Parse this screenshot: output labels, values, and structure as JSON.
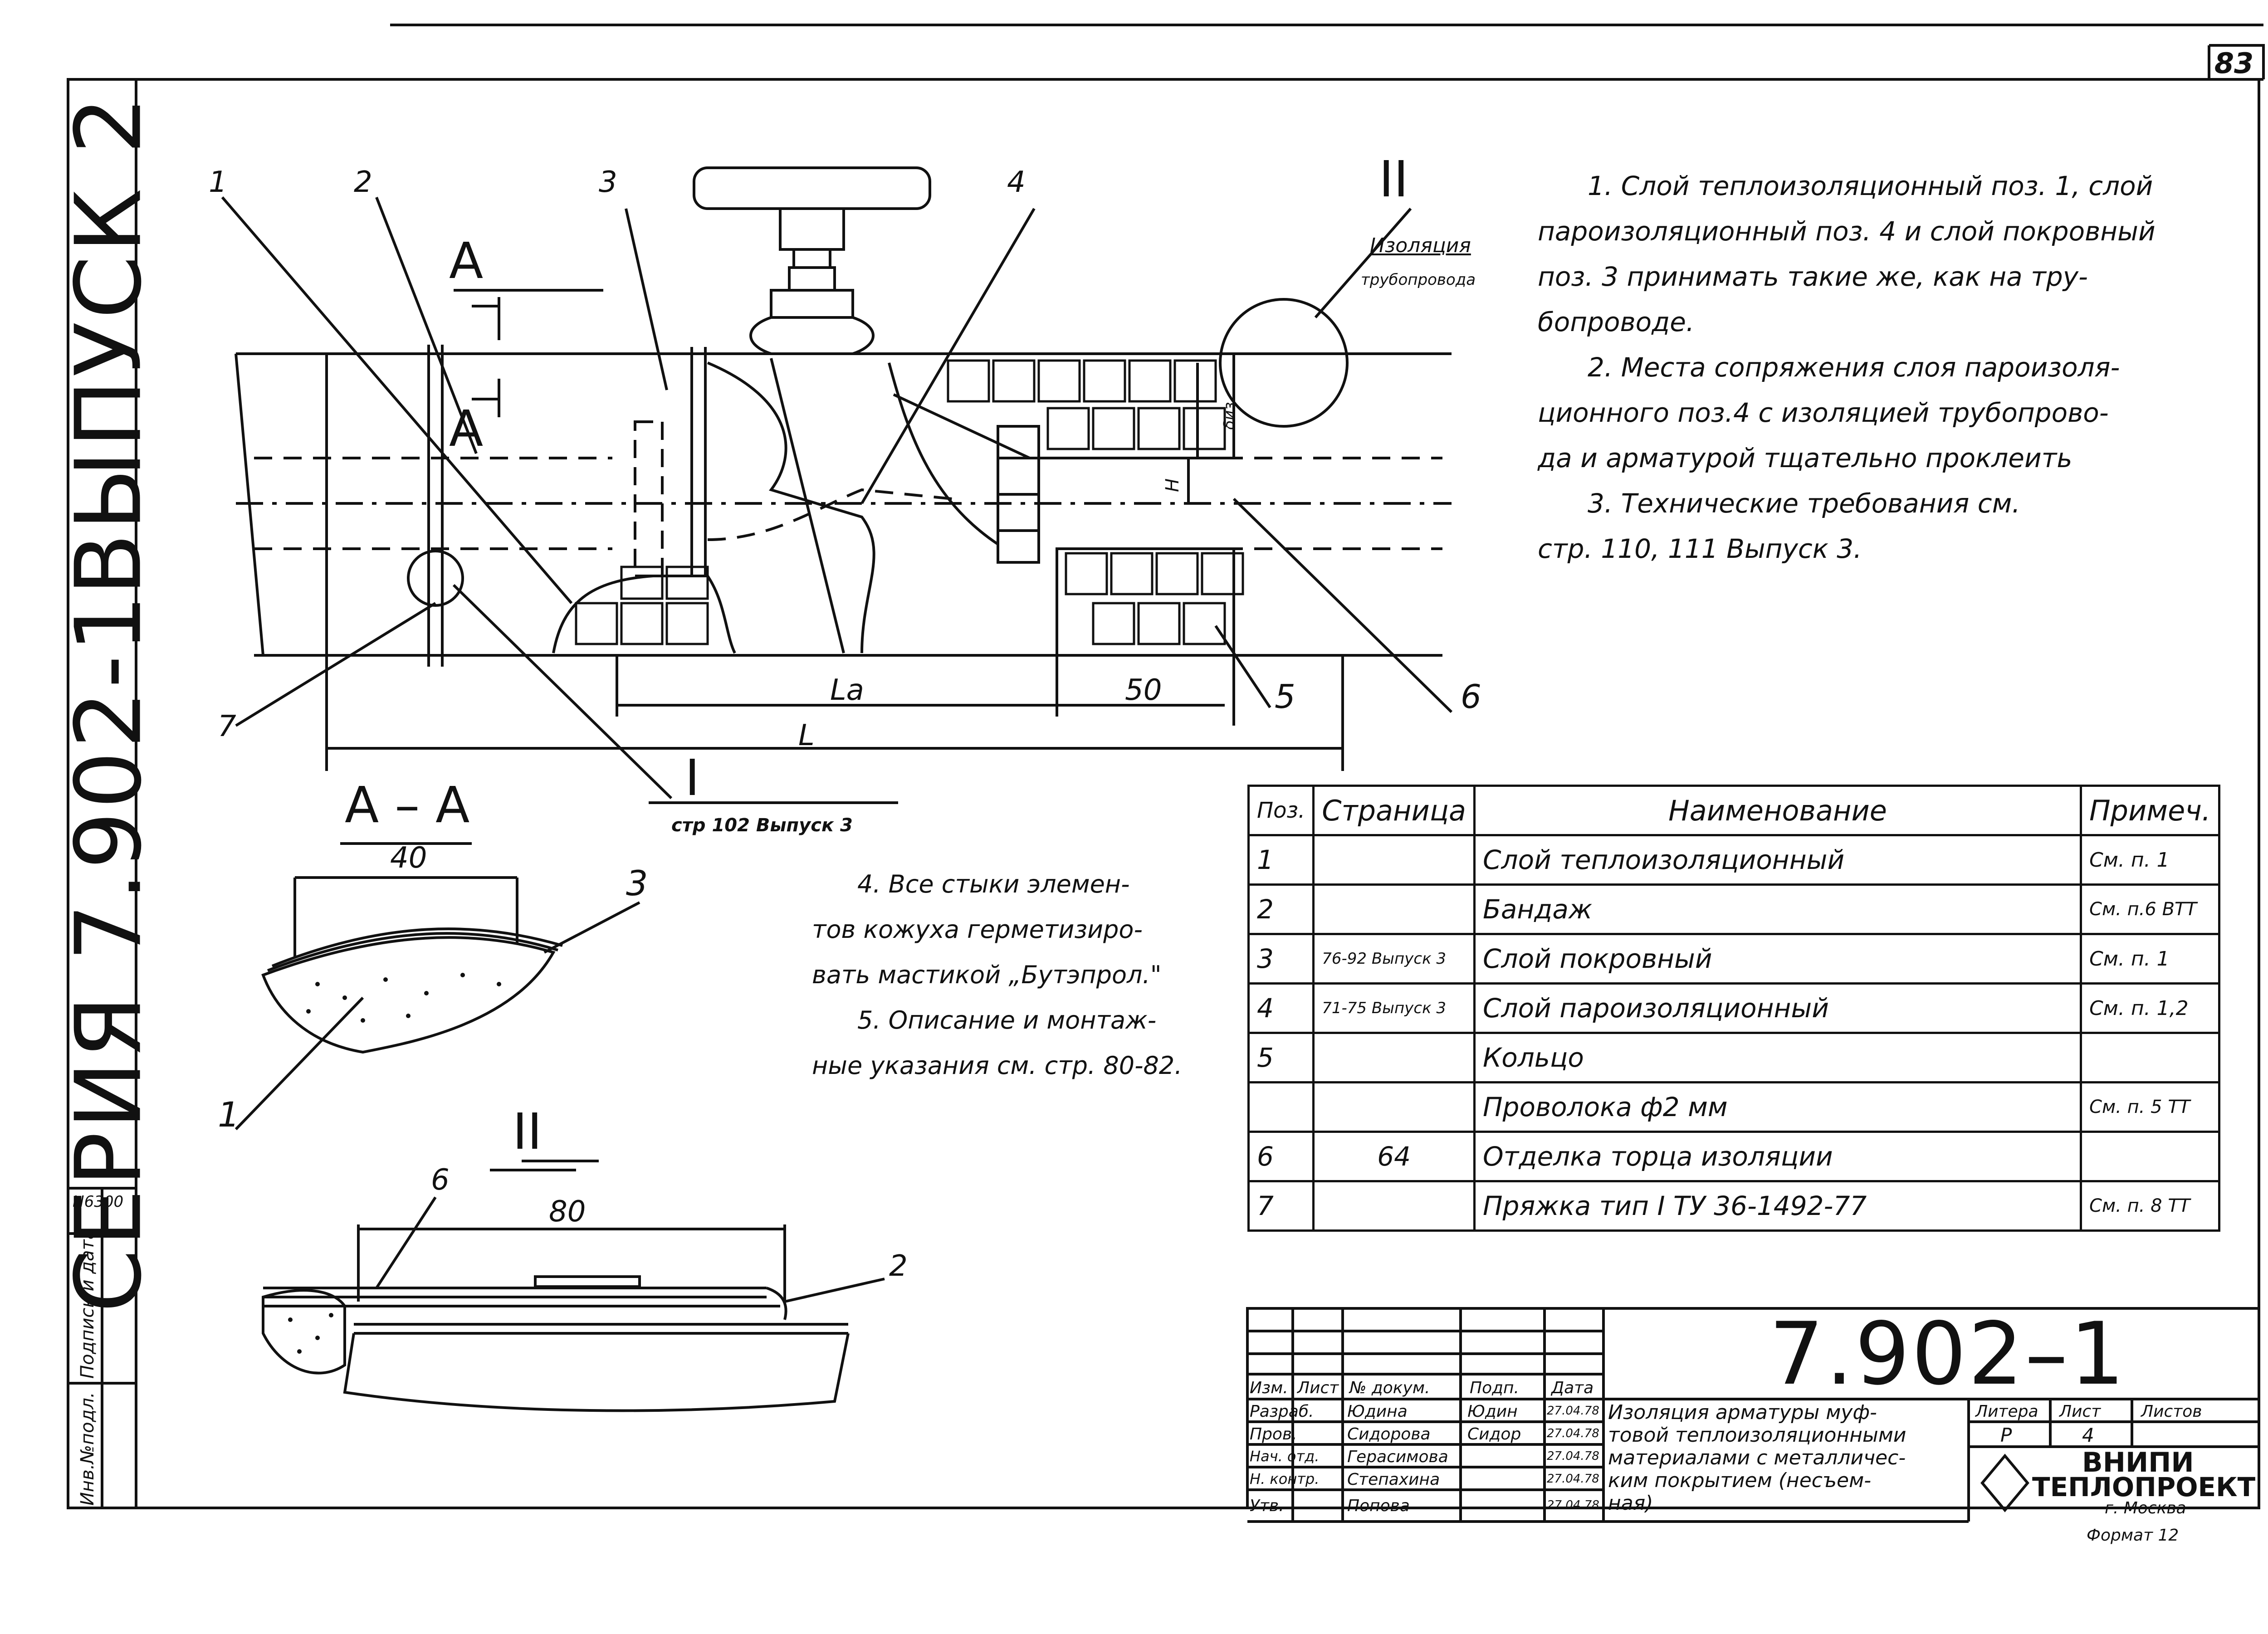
{
  "page_number": "83",
  "series_vertical": "СЕРИЯ 7.902-1",
  "issue_vertical": "ВЫПУСК 2",
  "side_codes": {
    "h": "Н6300",
    "sign": "Подпись и дата",
    "inv": "Инв.№подл."
  },
  "labels": {
    "p1": "1",
    "p2": "2",
    "p3": "3",
    "p4": "4",
    "p5": "5",
    "p6": "6",
    "p7": "7",
    "II_top": "II",
    "section": "А",
    "section_aa": "А – А",
    "I_ref": "I",
    "pipe_insul_1": "Изоляция",
    "pipe_insul_2": "трубопровода",
    "la": "La",
    "dim50": "50",
    "dimL": "L",
    "dim40": "40",
    "dim80": "80",
    "dimH": "H",
    "dimS": "δиз",
    "ref_I": "стр 102 Выпуск 3",
    "II_detail": "II",
    "det6": "6",
    "det2": "2",
    "aa3": "3",
    "aa1": "1"
  },
  "notes": [
    "1. Слой теплоизоляционный поз. 1, слой",
    "пароизоляционный поз. 4 и слой покровный",
    "поз. 3 принимать такие же, как на тру-",
    "бопроводе.",
    "2. Места сопряжения слоя пароизоля-",
    "ционного поз.4 с изоляцией трубопрово-",
    "да и арматурой тщательно проклеить",
    "3. Технические требования см.",
    "стр. 110, 111 Выпуск 3."
  ],
  "notes_lower": [
    "4. Все стыки элемен-",
    "тов кожуха герметизиро-",
    "вать мастикой „Бутэпрол.\"",
    "5. Описание и монтаж-",
    "ные указания см. стр. 80-82."
  ],
  "table": {
    "headers": [
      "Поз.",
      "Страница",
      "Наименование",
      "Примеч."
    ],
    "rows": [
      [
        "1",
        "",
        "Слой теплоизоляционный",
        "См. п. 1"
      ],
      [
        "2",
        "",
        "Бандаж",
        "См. п.6 ВТТ"
      ],
      [
        "3",
        "76-92 Выпуск 3",
        "Слой покровный",
        "См. п. 1"
      ],
      [
        "4",
        "71-75 Выпуск 3",
        "Слой пароизоляционный",
        "См. п. 1,2"
      ],
      [
        "5",
        "",
        "Кольцо",
        ""
      ],
      [
        "",
        "",
        "Проволока ф2 мм",
        "См. п. 5 ТТ"
      ],
      [
        "6",
        "64",
        "Отделка торца изоляции",
        ""
      ],
      [
        "7",
        "",
        "Пряжка тип I ТУ 36-1492-77",
        "См. п. 8 ТТ"
      ]
    ]
  },
  "stamp": {
    "doc_number": "7.902–1",
    "header_cols": [
      "Изм.",
      "Лист",
      "№ докум.",
      "Подп.",
      "Дата"
    ],
    "rows": [
      [
        "Разраб.",
        "Юдина",
        "Юдин",
        "27.04.78"
      ],
      [
        "Пров.",
        "Сидорова",
        "Сидор",
        "27.04.78"
      ],
      [
        "Нач. отд.",
        "Герасимова",
        "",
        "27.04.78"
      ],
      [
        "Н. контр.",
        "Степахина",
        "",
        "27.04.78"
      ],
      [
        "Утв.",
        "Попова",
        "",
        "27.04.78"
      ]
    ],
    "title_lines": [
      "Изоляция арматуры муф-",
      "товой теплоизоляционными",
      "материалами с металличес-",
      "ким покрытием (несъем-",
      "ная)"
    ],
    "litera_label": "Литера",
    "sheet_label": "Лист",
    "sheets_label": "Листов",
    "litera": "Р",
    "sheet": "4",
    "org_1": "ВНИПИ",
    "org_2": "ТЕПЛОПРОЕКТ",
    "org_3": "г. Москва",
    "format": "Формат 12"
  }
}
